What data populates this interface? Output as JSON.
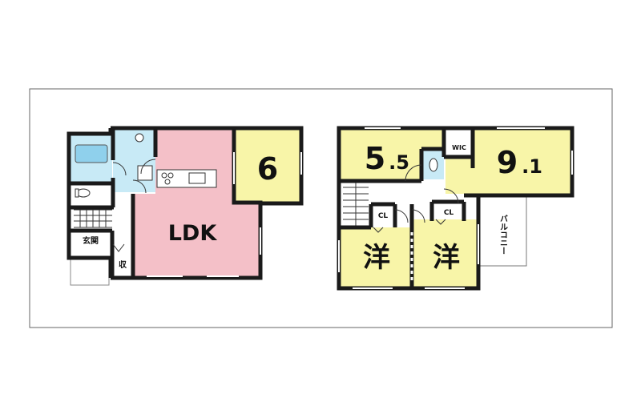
{
  "colors": {
    "wall": "#1a1a1a",
    "ldk_fill": "#f4c0c8",
    "bedroom_fill": "#f8f5a8",
    "water_fill": "#c8eaf6",
    "bath_fill": "#8fd0ec",
    "frame_stroke": "#666666",
    "floor_fill": "#ffffff"
  },
  "first_floor": {
    "ldk": "LDK",
    "japanese_room": "6",
    "entrance": "玄関",
    "storage": "収"
  },
  "second_floor": {
    "room_west_top_major": "5",
    "room_west_top_minor": ".5",
    "room_east_top_major": "9",
    "room_east_top_minor": ".1",
    "walk_in_closet": "WIC",
    "closet_left": "CL",
    "closet_right": "CL",
    "room_west_bottom": "洋",
    "room_east_bottom": "洋",
    "balcony": "バルコニー"
  }
}
